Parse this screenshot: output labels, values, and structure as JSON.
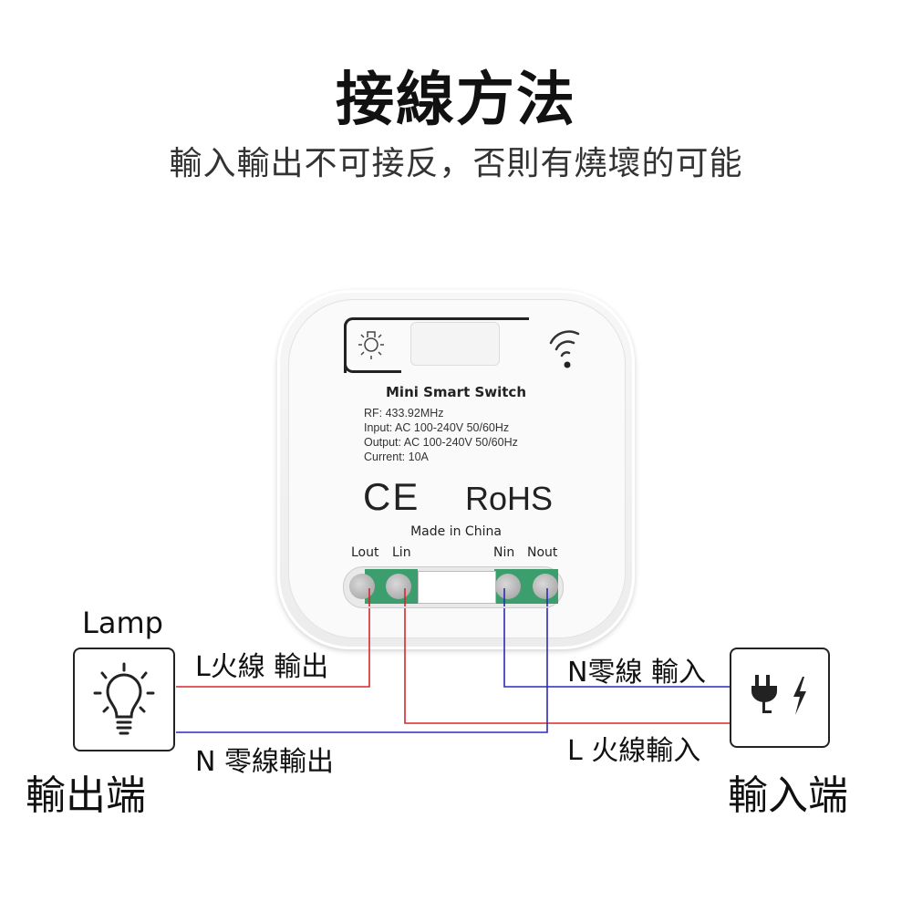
{
  "header": {
    "title": "接線方法",
    "subtitle": "輸入輸出不可接反，否則有燒壞的可能"
  },
  "device": {
    "name": "Mini  Smart  Switch",
    "specs": [
      "RF: 433.92MHz",
      "Input:  AC 100-240V  50/60Hz",
      "Output:  AC 100-240V  50/60Hz",
      "Current:  10A"
    ],
    "ce_mark": "CE",
    "rohs_mark": "RoHS",
    "origin": "Made in China",
    "terminals": [
      "Lout",
      "Lin",
      "Nin",
      "Nout"
    ]
  },
  "diagram": {
    "lamp_label": "Lamp",
    "l_out_label": "L火線 輸出",
    "n_out_label": "N 零線輸出",
    "n_in_label": "N零線 輸入",
    "l_in_label": "L 火線輸入",
    "output_end": "輸出端",
    "input_end": "輸入端",
    "live_wire_color": "#d9262c",
    "neutral_wire_color": "#2b2bb8"
  }
}
